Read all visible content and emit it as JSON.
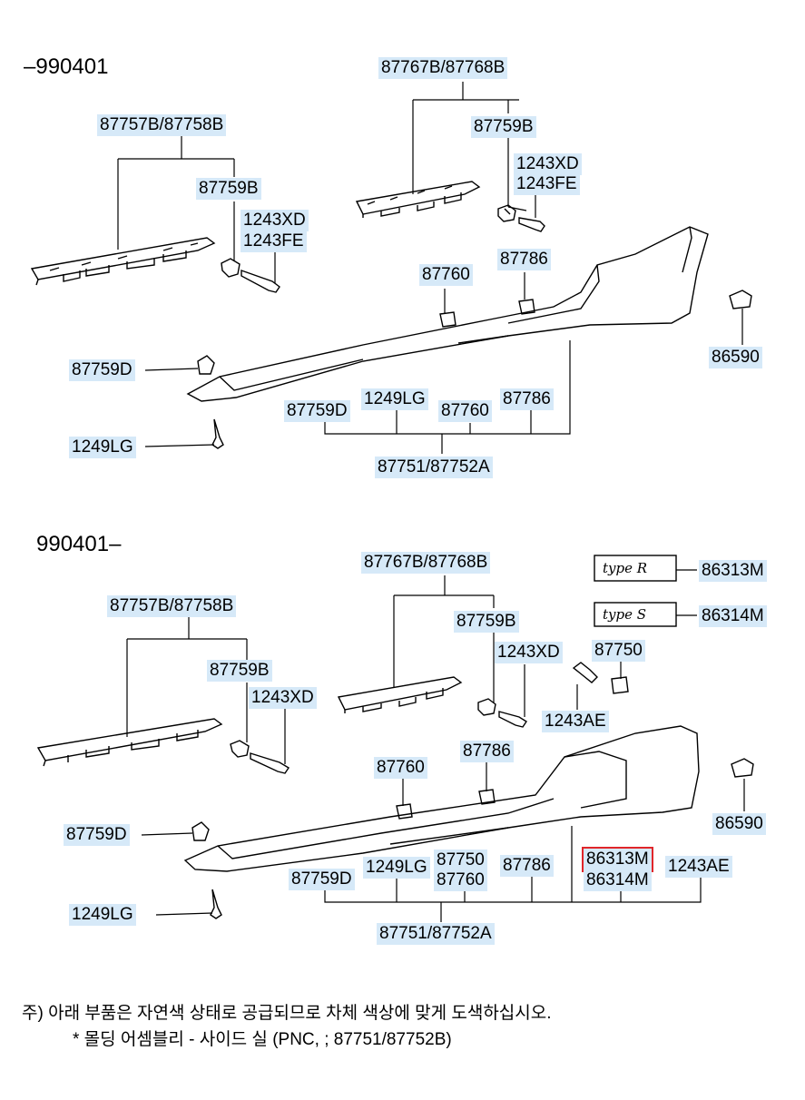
{
  "sections": [
    {
      "period": "–990401",
      "labels": [
        "87767B/87768B",
        "87757B/87758B",
        "87759B",
        "87759B",
        "1243XD",
        "1243FE",
        "1243XD",
        "1243FE",
        "87760",
        "87786",
        "86590",
        "87759D",
        "87759D",
        "1249LG",
        "87760",
        "87786",
        "1249LG",
        "87751/87752A"
      ]
    },
    {
      "period": "990401–",
      "labels": [
        "87767B/87768B",
        "86313M",
        "87757B/87758B",
        "86314M",
        "87759B",
        "1243XD",
        "87750",
        "87759B",
        "1243XD",
        "1243AE",
        "87760",
        "87786",
        "86590",
        "87759D",
        "86313M",
        "1243AE",
        "87750",
        "87759D",
        "1249LG",
        "87760",
        "87786",
        "86314M",
        "1249LG",
        "87751/87752A"
      ]
    }
  ],
  "badges": {
    "type_r": "type R",
    "type_s": "type S"
  },
  "notes": {
    "line1": "주) 아래 부품은 자연색 상태로 공급되므로 차체 색상에 맞게 도색하십시오.",
    "line2": "* 몰딩 어셈블리 - 사이드 실 (PNC, ; 87751/87752B)"
  },
  "colors": {
    "label_bg": "#d6e9f8",
    "highlight": "#e0262a"
  }
}
